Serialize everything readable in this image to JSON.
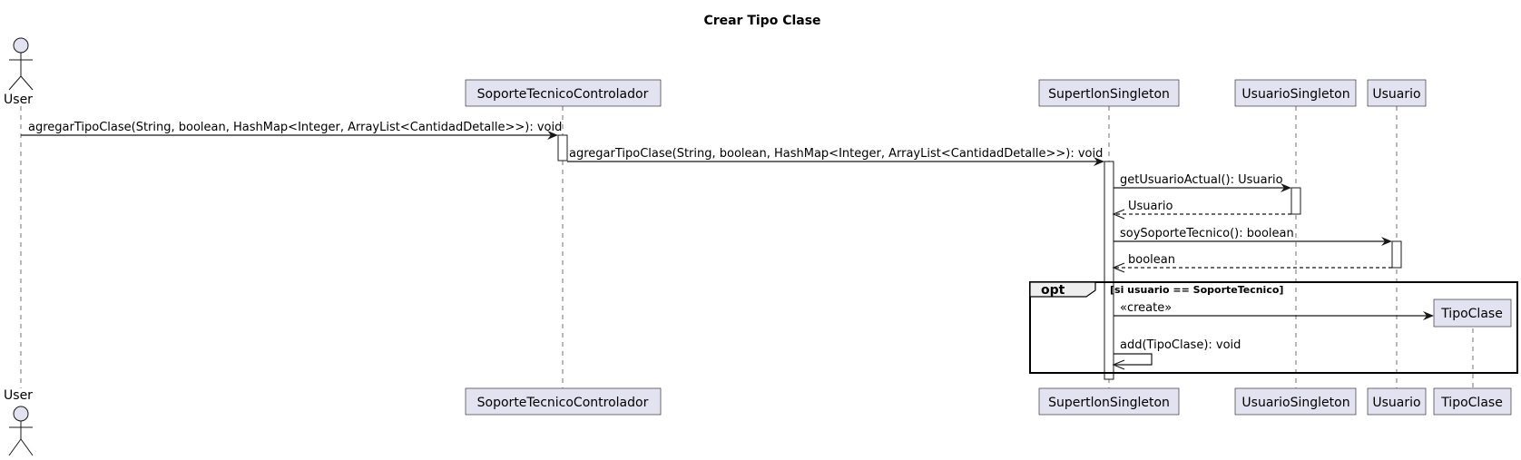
{
  "diagram": {
    "title": "Crear Tipo Clase",
    "actor": "User",
    "participants": {
      "soporte": "SoporteTecnicoControlador",
      "supertlon": "SupertlonSingleton",
      "usuarioSingleton": "UsuarioSingleton",
      "usuario": "Usuario",
      "tipoClase": "TipoClase"
    },
    "messages": {
      "m1": "agregarTipoClase(String, boolean, HashMap<Integer, ArrayList<CantidadDetalle>>): void",
      "m2": "agregarTipoClase(String, boolean, HashMap<Integer, ArrayList<CantidadDetalle>>): void",
      "m3": "getUsuarioActual(): Usuario",
      "r3": "Usuario",
      "m4": "soySoporteTecnico(): boolean",
      "r4": "boolean",
      "m5": "«create»",
      "m6": "add(TipoClase): void"
    },
    "fragment": {
      "keyword": "opt",
      "guard": "[si usuario == SoporteTecnico]"
    }
  }
}
